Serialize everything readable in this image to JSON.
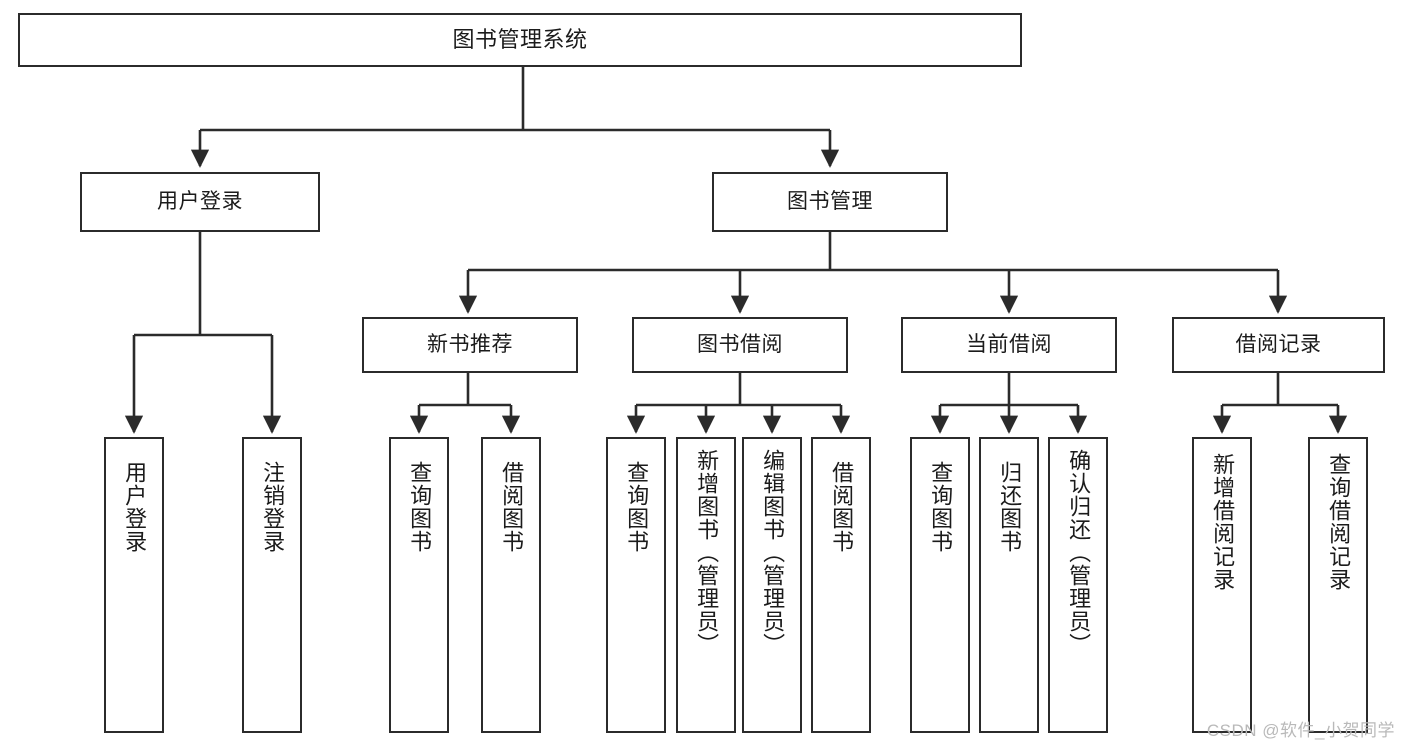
{
  "diagram": {
    "title": "图书管理系统",
    "type": "tree-hierarchy-diagram",
    "colors": {
      "stroke": "#2b2b2b",
      "fill": "#ffffff",
      "text": "#1b1b1b",
      "watermark": "#b9b9b9"
    },
    "root": {
      "label": "图书管理系统"
    },
    "level1": [
      {
        "label": "用户登录"
      },
      {
        "label": "图书管理"
      }
    ],
    "level2": [
      {
        "label": "新书推荐"
      },
      {
        "label": "图书借阅"
      },
      {
        "label": "当前借阅"
      },
      {
        "label": "借阅记录"
      }
    ],
    "leaves": {
      "user_login": [
        {
          "label": "用户登录"
        },
        {
          "label": "注销登录"
        }
      ],
      "new_book_recommend": [
        {
          "label": "查询图书"
        },
        {
          "label": "借阅图书"
        }
      ],
      "book_borrow": [
        {
          "label": "查询图书"
        },
        {
          "label": "新增图书（管理员）"
        },
        {
          "label": "编辑图书（管理员）"
        },
        {
          "label": "借阅图书"
        }
      ],
      "current_borrow": [
        {
          "label": "查询图书"
        },
        {
          "label": "归还图书"
        },
        {
          "label": "确认归还（管理员）"
        }
      ],
      "borrow_record": [
        {
          "label": "新增借阅记录"
        },
        {
          "label": "查询借阅记录"
        }
      ]
    }
  },
  "watermark": {
    "text": "CSDN @软件_小贺同学"
  }
}
